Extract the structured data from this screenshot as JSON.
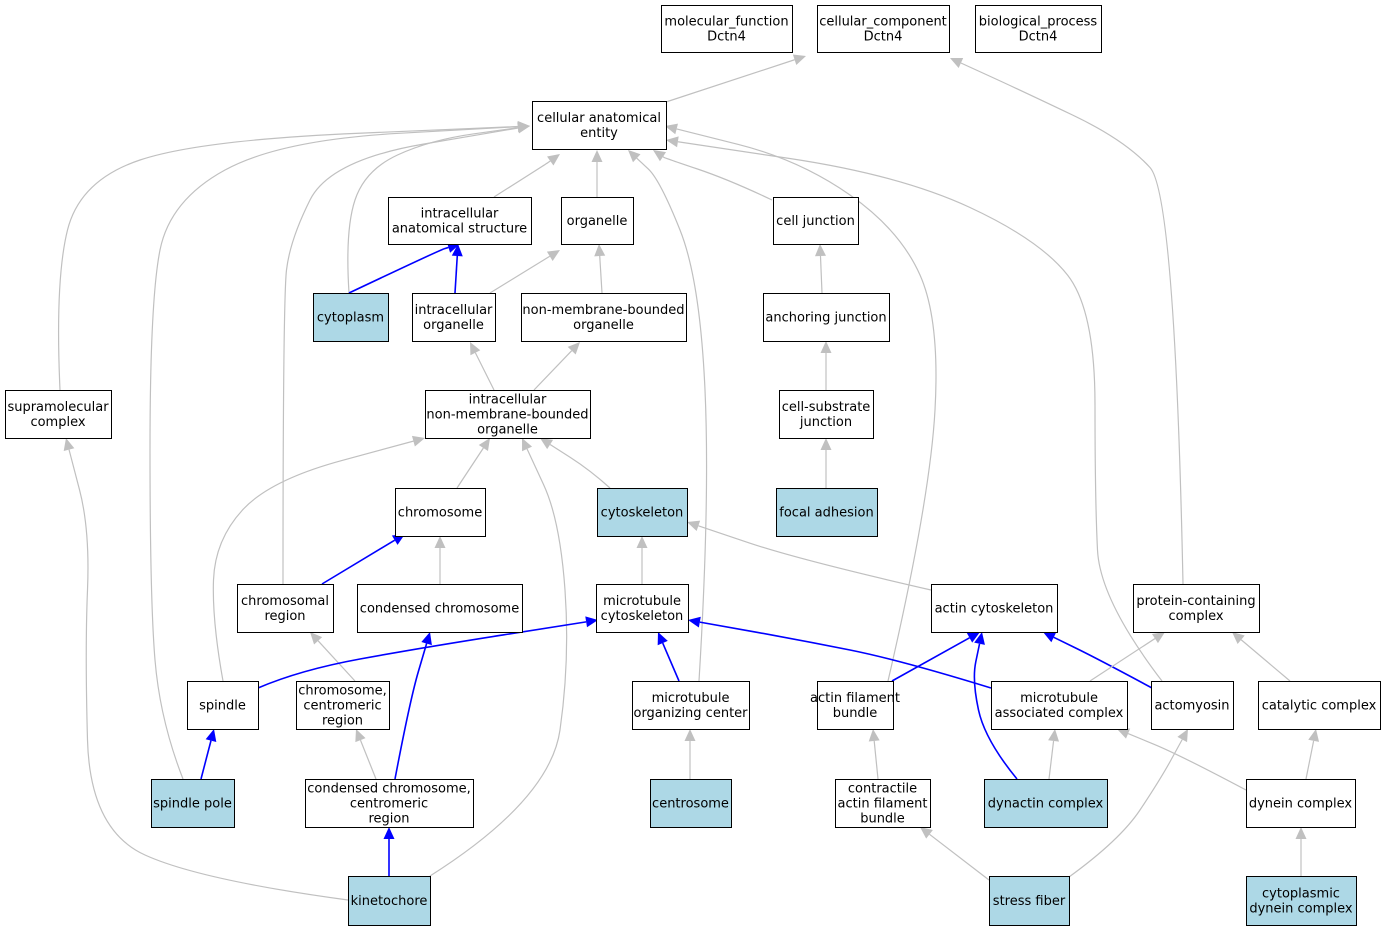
{
  "colors": {
    "annotated_fill": "#add8e6",
    "plain_fill": "#ffffff",
    "is_a_edge": "#c0c0c0",
    "part_of_edge": "#0000ff"
  },
  "nodes": [
    {
      "id": "mf",
      "lines": [
        "molecular_function",
        "Dctn4"
      ],
      "annotated": false
    },
    {
      "id": "cc",
      "lines": [
        "cellular_component",
        "Dctn4"
      ],
      "annotated": false
    },
    {
      "id": "bp",
      "lines": [
        "biological_process",
        "Dctn4"
      ],
      "annotated": false
    },
    {
      "id": "cae",
      "lines": [
        "cellular anatomical",
        "entity"
      ],
      "annotated": false
    },
    {
      "id": "ias",
      "lines": [
        "intracellular",
        "anatomical structure"
      ],
      "annotated": false
    },
    {
      "id": "org",
      "lines": [
        "organelle"
      ],
      "annotated": false
    },
    {
      "id": "cj",
      "lines": [
        "cell junction"
      ],
      "annotated": false
    },
    {
      "id": "cyto",
      "lines": [
        "cytoplasm"
      ],
      "annotated": true
    },
    {
      "id": "io",
      "lines": [
        "intracellular",
        "organelle"
      ],
      "annotated": false
    },
    {
      "id": "nmbo",
      "lines": [
        "non-membrane-bounded",
        "organelle"
      ],
      "annotated": false
    },
    {
      "id": "aj",
      "lines": [
        "anchoring junction"
      ],
      "annotated": false
    },
    {
      "id": "smc",
      "lines": [
        "supramolecular",
        "complex"
      ],
      "annotated": false
    },
    {
      "id": "inmbo",
      "lines": [
        "intracellular",
        "non-membrane-bounded",
        "organelle"
      ],
      "annotated": false
    },
    {
      "id": "csj",
      "lines": [
        "cell-substrate",
        "junction"
      ],
      "annotated": false
    },
    {
      "id": "chr",
      "lines": [
        "chromosome"
      ],
      "annotated": false
    },
    {
      "id": "cytosk",
      "lines": [
        "cytoskeleton"
      ],
      "annotated": true
    },
    {
      "id": "fa",
      "lines": [
        "focal adhesion"
      ],
      "annotated": true
    },
    {
      "id": "chrreg",
      "lines": [
        "chromosomal",
        "region"
      ],
      "annotated": false
    },
    {
      "id": "cchr",
      "lines": [
        "condensed chromosome"
      ],
      "annotated": false
    },
    {
      "id": "mtc",
      "lines": [
        "microtubule",
        "cytoskeleton"
      ],
      "annotated": false
    },
    {
      "id": "actc",
      "lines": [
        "actin cytoskeleton"
      ],
      "annotated": false
    },
    {
      "id": "pcc",
      "lines": [
        "protein-containing",
        "complex"
      ],
      "annotated": false
    },
    {
      "id": "spin",
      "lines": [
        "spindle"
      ],
      "annotated": false
    },
    {
      "id": "ccr",
      "lines": [
        "chromosome,",
        "centromeric",
        "region"
      ],
      "annotated": false
    },
    {
      "id": "mtoc",
      "lines": [
        "microtubule",
        "organizing center"
      ],
      "annotated": false
    },
    {
      "id": "afb",
      "lines": [
        "actin filament",
        "bundle"
      ],
      "annotated": false
    },
    {
      "id": "mac",
      "lines": [
        "microtubule",
        "associated complex"
      ],
      "annotated": false
    },
    {
      "id": "acto",
      "lines": [
        "actomyosin"
      ],
      "annotated": false
    },
    {
      "id": "cat",
      "lines": [
        "catalytic complex"
      ],
      "annotated": false
    },
    {
      "id": "sp",
      "lines": [
        "spindle pole"
      ],
      "annotated": true
    },
    {
      "id": "cccr",
      "lines": [
        "condensed chromosome,",
        "centromeric",
        "region"
      ],
      "annotated": false
    },
    {
      "id": "cent",
      "lines": [
        "centrosome"
      ],
      "annotated": true
    },
    {
      "id": "cafb",
      "lines": [
        "contractile",
        "actin filament",
        "bundle"
      ],
      "annotated": false
    },
    {
      "id": "dyna",
      "lines": [
        "dynactin complex"
      ],
      "annotated": true
    },
    {
      "id": "dync",
      "lines": [
        "dynein complex"
      ],
      "annotated": false
    },
    {
      "id": "kin",
      "lines": [
        "kinetochore"
      ],
      "annotated": true
    },
    {
      "id": "sf",
      "lines": [
        "stress fiber"
      ],
      "annotated": true
    },
    {
      "id": "cdc",
      "lines": [
        "cytoplasmic",
        "dynein complex"
      ],
      "annotated": true
    }
  ],
  "edges": [
    {
      "from": "cae",
      "to": "cc",
      "type": "is_a"
    },
    {
      "from": "pcc",
      "to": "cc",
      "type": "is_a"
    },
    {
      "from": "ias",
      "to": "cae",
      "type": "is_a"
    },
    {
      "from": "org",
      "to": "cae",
      "type": "is_a"
    },
    {
      "from": "cj",
      "to": "cae",
      "type": "is_a"
    },
    {
      "from": "cyto",
      "to": "cae",
      "type": "is_a"
    },
    {
      "from": "smc",
      "to": "cae",
      "type": "is_a"
    },
    {
      "from": "sp",
      "to": "cae",
      "type": "is_a"
    },
    {
      "from": "chrreg",
      "to": "cae",
      "type": "is_a"
    },
    {
      "from": "mtoc",
      "to": "cae",
      "type": "is_a"
    },
    {
      "from": "afb",
      "to": "cae",
      "type": "is_a"
    },
    {
      "from": "acto",
      "to": "cae",
      "type": "is_a"
    },
    {
      "from": "cyto",
      "to": "ias",
      "type": "part_of"
    },
    {
      "from": "io",
      "to": "ias",
      "type": "part_of"
    },
    {
      "from": "io",
      "to": "org",
      "type": "is_a"
    },
    {
      "from": "nmbo",
      "to": "org",
      "type": "is_a"
    },
    {
      "from": "aj",
      "to": "cj",
      "type": "is_a"
    },
    {
      "from": "csj",
      "to": "aj",
      "type": "is_a"
    },
    {
      "from": "fa",
      "to": "csj",
      "type": "is_a"
    },
    {
      "from": "inmbo",
      "to": "io",
      "type": "is_a"
    },
    {
      "from": "inmbo",
      "to": "nmbo",
      "type": "is_a"
    },
    {
      "from": "chr",
      "to": "inmbo",
      "type": "is_a"
    },
    {
      "from": "cytosk",
      "to": "inmbo",
      "type": "is_a"
    },
    {
      "from": "spin",
      "to": "inmbo",
      "type": "is_a"
    },
    {
      "from": "kin",
      "to": "inmbo",
      "type": "is_a"
    },
    {
      "from": "kin",
      "to": "smc",
      "type": "is_a"
    },
    {
      "from": "chrreg",
      "to": "chr",
      "type": "part_of"
    },
    {
      "from": "cchr",
      "to": "chr",
      "type": "is_a"
    },
    {
      "from": "mtc",
      "to": "cytosk",
      "type": "is_a"
    },
    {
      "from": "actc",
      "to": "cytosk",
      "type": "is_a"
    },
    {
      "from": "ccr",
      "to": "chrreg",
      "type": "is_a"
    },
    {
      "from": "cccr",
      "to": "cchr",
      "type": "part_of"
    },
    {
      "from": "cccr",
      "to": "ccr",
      "type": "is_a"
    },
    {
      "from": "spin",
      "to": "mtc",
      "type": "part_of"
    },
    {
      "from": "mtoc",
      "to": "mtc",
      "type": "part_of"
    },
    {
      "from": "mac",
      "to": "mtc",
      "type": "part_of"
    },
    {
      "from": "afb",
      "to": "actc",
      "type": "part_of"
    },
    {
      "from": "dyna",
      "to": "actc",
      "type": "part_of"
    },
    {
      "from": "acto",
      "to": "actc",
      "type": "part_of"
    },
    {
      "from": "mac",
      "to": "pcc",
      "type": "is_a"
    },
    {
      "from": "cat",
      "to": "pcc",
      "type": "is_a"
    },
    {
      "from": "sp",
      "to": "spin",
      "type": "part_of"
    },
    {
      "from": "cent",
      "to": "mtoc",
      "type": "is_a"
    },
    {
      "from": "cafb",
      "to": "afb",
      "type": "is_a"
    },
    {
      "from": "dyna",
      "to": "mac",
      "type": "is_a"
    },
    {
      "from": "dync",
      "to": "mac",
      "type": "is_a"
    },
    {
      "from": "dync",
      "to": "cat",
      "type": "is_a"
    },
    {
      "from": "kin",
      "to": "cccr",
      "type": "part_of"
    },
    {
      "from": "sf",
      "to": "cafb",
      "type": "is_a"
    },
    {
      "from": "sf",
      "to": "acto",
      "type": "is_a"
    },
    {
      "from": "cdc",
      "to": "dync",
      "type": "is_a"
    }
  ]
}
